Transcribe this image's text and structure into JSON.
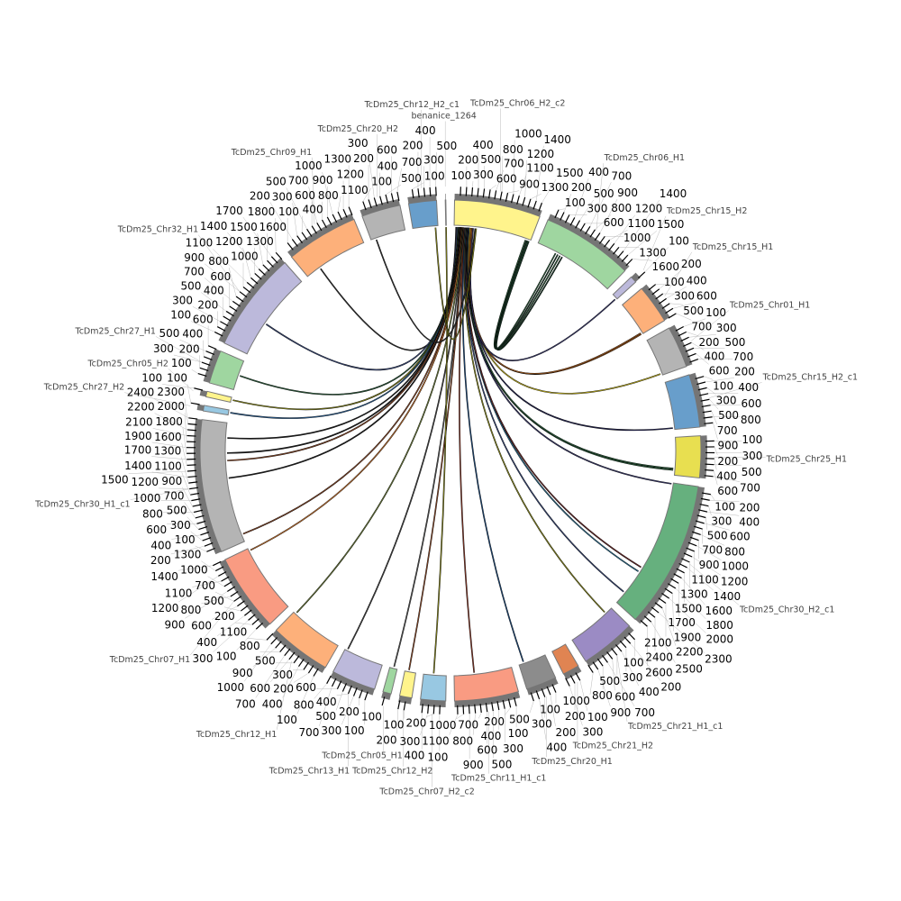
{
  "chart_data": {
    "type": "chord",
    "title": "",
    "tick_step": 100,
    "sectors": [
      {
        "name": "benanice_1264",
        "length": 10,
        "color": "#9ab0c8"
      },
      {
        "name": "TcDm25_Chr06_H2_c2",
        "length": 1550,
        "color": "#fff48c"
      },
      {
        "name": "TcDm25_Chr06_H1",
        "length": 1650,
        "color": "#9fd6a0"
      },
      {
        "name": "TcDm25_Chr15_H2",
        "length": 120,
        "color": "#bcb9db"
      },
      {
        "name": "TcDm25_Chr15_H1",
        "length": 700,
        "color": "#fdb07a"
      },
      {
        "name": "TcDm25_Chr01_H1",
        "length": 750,
        "color": "#b4b4b4"
      },
      {
        "name": "TcDm25_Chr15_H2_c1",
        "length": 950,
        "color": "#689ecb"
      },
      {
        "name": "TcDm25_Chr25_H1",
        "length": 750,
        "color": "#e8df50"
      },
      {
        "name": "TcDm25_Chr30_H2_c1",
        "length": 2650,
        "color": "#66b07e"
      },
      {
        "name": "TcDm25_Chr21_H1_c1",
        "length": 1000,
        "color": "#9b8bc4"
      },
      {
        "name": "TcDm25_Chr21_H2",
        "length": 300,
        "color": "#e08452"
      },
      {
        "name": "TcDm25_Chr20_H1",
        "length": 550,
        "color": "#8c8c8c"
      },
      {
        "name": "TcDm25_Chr11_H1_c1",
        "length": 1150,
        "color": "#f99b82"
      },
      {
        "name": "TcDm25_Chr07_H2_c2",
        "length": 450,
        "color": "#98c8e2"
      },
      {
        "name": "TcDm25_Chr12_H2",
        "length": 220,
        "color": "#fff48c"
      },
      {
        "name": "TcDm25_Chr05_H1",
        "length": 150,
        "color": "#9fd6a0"
      },
      {
        "name": "TcDm25_Chr13_H1",
        "length": 800,
        "color": "#bcb9db"
      },
      {
        "name": "TcDm25_Chr12_H1",
        "length": 1100,
        "color": "#fdb07a"
      },
      {
        "name": "TcDm25_Chr07_H1",
        "length": 1400,
        "color": "#f99b82"
      },
      {
        "name": "TcDm25_Chr30_H1_c1",
        "length": 2400,
        "color": "#b4b4b4"
      },
      {
        "name": "TcDm25_Chr27_H2",
        "length": 100,
        "color": "#98c8e2"
      },
      {
        "name": "TcDm25_Chr05_H2",
        "length": 100,
        "color": "#fff48c"
      },
      {
        "name": "TcDm25_Chr27_H1",
        "length": 600,
        "color": "#9fd6a0"
      },
      {
        "name": "TcDm25_Chr32_H1",
        "length": 1800,
        "color": "#bcb9db"
      },
      {
        "name": "TcDm25_Chr09_H1",
        "length": 1300,
        "color": "#fdb07a"
      },
      {
        "name": "TcDm25_Chr20_H2",
        "length": 700,
        "color": "#b4b4b4"
      },
      {
        "name": "TcDm25_Chr12_H2_c1",
        "length": 500,
        "color": "#689ecb"
      }
    ],
    "links": [
      {
        "from": [
          1,
          40
        ],
        "to": [
          24,
          300
        ],
        "color": "#333333"
      },
      {
        "from": [
          1,
          60
        ],
        "to": [
          23,
          700
        ],
        "color": "#3a4a7a"
      },
      {
        "from": [
          1,
          80
        ],
        "to": [
          22,
          300
        ],
        "color": "#2e5e3e"
      },
      {
        "from": [
          1,
          90
        ],
        "to": [
          21,
          50
        ],
        "color": "#8a8a20"
      },
      {
        "from": [
          1,
          100
        ],
        "to": [
          20,
          50
        ],
        "color": "#2a5a8a"
      },
      {
        "from": [
          1,
          110
        ],
        "to": [
          19,
          2100
        ],
        "color": "#222222"
      },
      {
        "from": [
          1,
          120
        ],
        "to": [
          19,
          1800
        ],
        "color": "#222222"
      },
      {
        "from": [
          1,
          130
        ],
        "to": [
          19,
          1650
        ],
        "color": "#8a4a2a"
      },
      {
        "from": [
          1,
          140
        ],
        "to": [
          19,
          1300
        ],
        "color": "#222222"
      },
      {
        "from": [
          1,
          150
        ],
        "to": [
          19,
          150
        ],
        "color": "#8a4a2a"
      },
      {
        "from": [
          1,
          160
        ],
        "to": [
          18,
          1350
        ],
        "color": "#c07030"
      },
      {
        "from": [
          1,
          170
        ],
        "to": [
          17,
          1050
        ],
        "color": "#6a7a3a"
      },
      {
        "from": [
          1,
          180
        ],
        "to": [
          16,
          750
        ],
        "color": "#444444"
      },
      {
        "from": [
          1,
          190
        ],
        "to": [
          15,
          70
        ],
        "color": "#555555"
      },
      {
        "from": [
          1,
          200
        ],
        "to": [
          14,
          140
        ],
        "color": "#8a4a2a"
      },
      {
        "from": [
          0,
          5
        ],
        "to": [
          13,
          250
        ],
        "color": "#8a8a20"
      },
      {
        "from": [
          1,
          210
        ],
        "to": [
          12,
          750
        ],
        "color": "#8a3a2a"
      },
      {
        "from": [
          1,
          220
        ],
        "to": [
          11,
          450
        ],
        "color": "#1e4a7a"
      },
      {
        "from": [
          1,
          230
        ],
        "to": [
          9,
          150
        ],
        "color": "#8a8a20"
      },
      {
        "from": [
          1,
          240
        ],
        "to": [
          8,
          2400
        ],
        "color": "#3a4a7a"
      },
      {
        "from": [
          1,
          250
        ],
        "to": [
          8,
          1900
        ],
        "color": "#2a6a8a"
      },
      {
        "from": [
          1,
          260
        ],
        "to": [
          8,
          1800
        ],
        "color": "#6a2a2a"
      },
      {
        "from": [
          1,
          270
        ],
        "to": [
          8,
          20
        ],
        "color": "#3a3a6a"
      },
      {
        "from": [
          1,
          280
        ],
        "to": [
          7,
          650
        ],
        "color": "#2e5e3e"
      },
      {
        "from": [
          1,
          290
        ],
        "to": [
          7,
          620
        ],
        "color": "#2e5e3e"
      },
      {
        "from": [
          1,
          300
        ],
        "to": [
          6,
          920
        ],
        "color": "#2a2a5a"
      },
      {
        "from": [
          1,
          320
        ],
        "to": [
          5,
          720
        ],
        "color": "#c0b020"
      },
      {
        "from": [
          1,
          340
        ],
        "to": [
          4,
          690
        ],
        "color": "#a05a20"
      },
      {
        "from": [
          1,
          360
        ],
        "to": [
          4,
          670
        ],
        "color": "#a05a20"
      },
      {
        "from": [
          1,
          380
        ],
        "to": [
          3,
          100
        ],
        "color": "#3a3a6a"
      },
      {
        "from": [
          1,
          1450
        ],
        "to": [
          2,
          400
        ],
        "color": "#2e5e3e"
      },
      {
        "from": [
          1,
          1480
        ],
        "to": [
          2,
          450
        ],
        "color": "#1e3e2e"
      },
      {
        "from": [
          1,
          1500
        ],
        "to": [
          2,
          500
        ],
        "color": "#2e5e3e"
      },
      {
        "from": [
          1,
          1520
        ],
        "to": [
          2,
          550
        ],
        "color": "#1e3e2e"
      },
      {
        "from": [
          25,
          100
        ],
        "to": [
          1,
          420
        ],
        "color": "#333333"
      },
      {
        "from": [
          26,
          450
        ],
        "to": [
          1,
          440
        ],
        "color": "#8a8a20"
      }
    ]
  }
}
